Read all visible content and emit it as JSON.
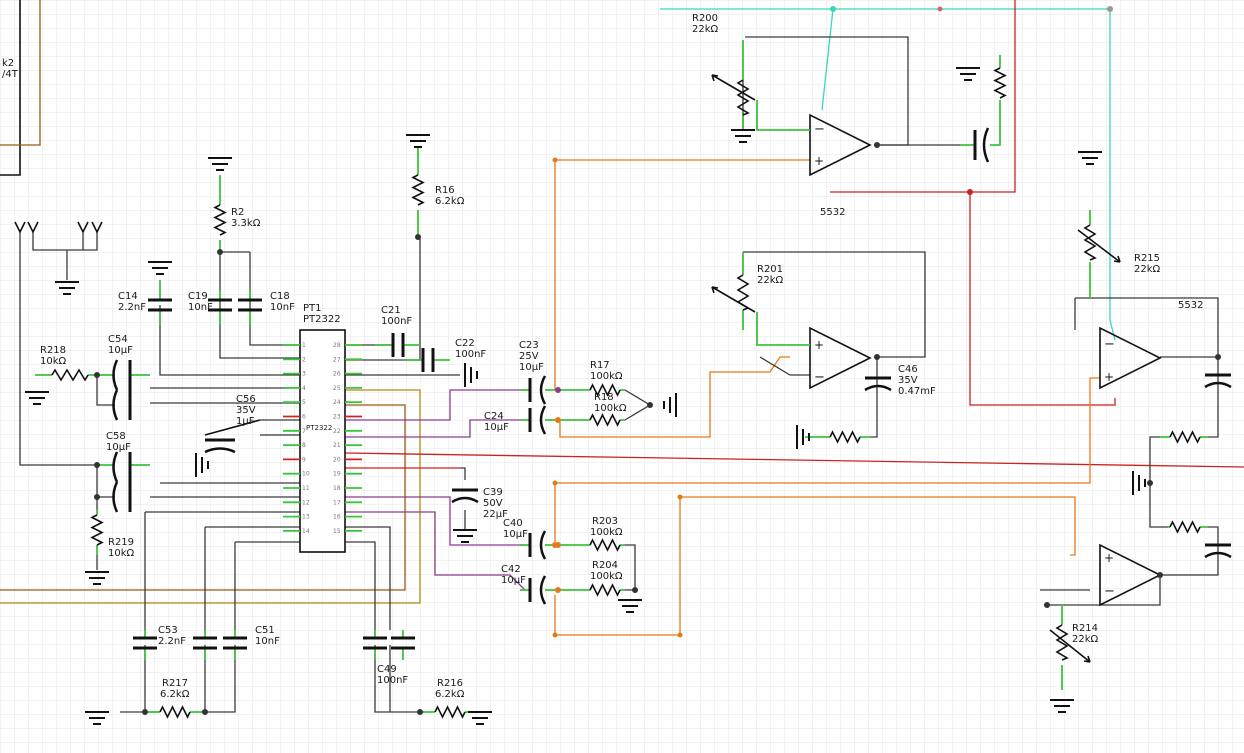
{
  "colors": {
    "wire": "#3a3a3a",
    "pin_lead": "#3cc43c",
    "net_orange": "#e67a1a",
    "net_red": "#cc2222",
    "net_cyan": "#3ad6b8",
    "net_brown": "#9a5a16",
    "grid": "#e3e3e3"
  },
  "partial_component": {
    "line1": "k2",
    "line2": "/4T"
  },
  "ic": {
    "ref": "PT1",
    "part": "PT2322",
    "body_label": "PT2322"
  },
  "opamps": {
    "u1_label": "5532",
    "u3_label": "5532"
  },
  "components": {
    "r200": {
      "ref": "R200",
      "value": "22kΩ"
    },
    "r201": {
      "ref": "R201",
      "value": "22kΩ"
    },
    "r215": {
      "ref": "R215",
      "value": "22kΩ"
    },
    "r214": {
      "ref": "R214",
      "value": "22kΩ"
    },
    "r2": {
      "ref": "R2",
      "value": "3.3kΩ"
    },
    "r16": {
      "ref": "R16",
      "value": "6.2kΩ"
    },
    "r218": {
      "ref": "R218",
      "value": "10kΩ"
    },
    "r219": {
      "ref": "R219",
      "value": "10kΩ"
    },
    "r17": {
      "ref": "R17",
      "value": "100kΩ"
    },
    "r18": {
      "ref": "R18",
      "value": "100kΩ"
    },
    "r203": {
      "ref": "R203",
      "value": "100kΩ"
    },
    "r204": {
      "ref": "R204",
      "value": "100kΩ"
    },
    "r217": {
      "ref": "R217",
      "value": "6.2kΩ"
    },
    "r216": {
      "ref": "R216",
      "value": "6.2kΩ"
    },
    "c14": {
      "ref": "C14",
      "value": "2.2nF"
    },
    "c19": {
      "ref": "C19",
      "value": "10nF"
    },
    "c18": {
      "ref": "C18",
      "value": "10nF"
    },
    "c21": {
      "ref": "C21",
      "value": "100nF"
    },
    "c22": {
      "ref": "C22",
      "value": "100nF"
    },
    "c23": {
      "ref": "C23",
      "volt": "25V",
      "value": "10µF"
    },
    "c24": {
      "ref": "C24",
      "value": "10µF"
    },
    "c54": {
      "ref": "C54",
      "value": "10µF"
    },
    "c58": {
      "ref": "C58",
      "value": "10µF"
    },
    "c56": {
      "ref": "C56",
      "volt": "35V",
      "value": "1µF"
    },
    "c39": {
      "ref": "C39",
      "volt": "50V",
      "value": "22µF"
    },
    "c40": {
      "ref": "C40",
      "value": "10µF"
    },
    "c42": {
      "ref": "C42",
      "value": "10µF"
    },
    "c46": {
      "ref": "C46",
      "volt": "35V",
      "value": "0.47mF"
    },
    "c53": {
      "ref": "C53",
      "value": "2.2nF"
    },
    "c51": {
      "ref": "C51",
      "value": "10nF"
    },
    "c49": {
      "ref": "C49",
      "value": "100nF"
    }
  }
}
